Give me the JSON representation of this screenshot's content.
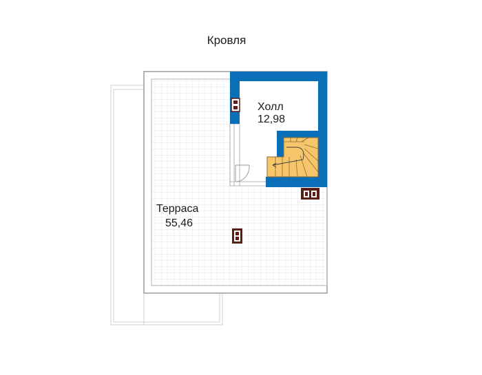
{
  "floor_title": "Кровля",
  "rooms": [
    {
      "name": "Холл",
      "area": "12,98"
    },
    {
      "name": "Терраса",
      "area": "55,46"
    }
  ],
  "colors": {
    "wall_blue": "#0a6fb8",
    "grid": "#e3e6ea",
    "outline": "#a9a9a9",
    "stairs": "#f7c66a",
    "stair_lines": "#8a6a30",
    "chimney": "#5a1f14"
  }
}
